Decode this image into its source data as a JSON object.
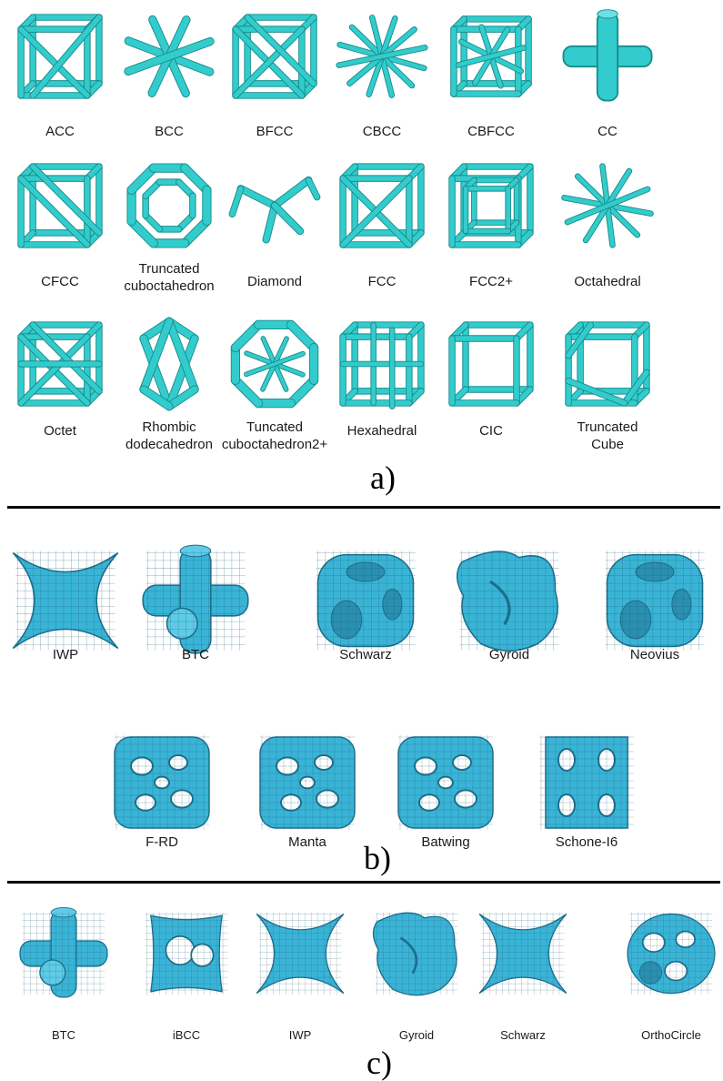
{
  "colors": {
    "strut": "#33cccc",
    "strut_dark": "#1a8c8c",
    "surface": "#3ab4d6",
    "surface_dark": "#1c6f8c",
    "mesh": "#1b5f78"
  },
  "sections": [
    {
      "label": "a)",
      "items": [
        {
          "name": "ACC",
          "icon": "acc-lattice-icon"
        },
        {
          "name": "BCC",
          "icon": "bcc-lattice-icon"
        },
        {
          "name": "BFCC",
          "icon": "bfcc-lattice-icon"
        },
        {
          "name": "CBCC",
          "icon": "cbcc-lattice-icon"
        },
        {
          "name": "CBFCC",
          "icon": "cbfcc-lattice-icon"
        },
        {
          "name": "CC",
          "icon": "cc-lattice-icon"
        },
        {
          "name": "CFCC",
          "icon": "cfcc-lattice-icon"
        },
        {
          "name": "Truncated\ncuboctahedron",
          "icon": "truncated-cuboctahedron-lattice-icon"
        },
        {
          "name": "Diamond",
          "icon": "diamond-lattice-icon"
        },
        {
          "name": "FCC",
          "icon": "fcc-lattice-icon"
        },
        {
          "name": "FCC2+",
          "icon": "fcc2plus-lattice-icon"
        },
        {
          "name": "Octahedral",
          "icon": "octahedral-lattice-icon"
        },
        {
          "name": "Octet",
          "icon": "octet-lattice-icon"
        },
        {
          "name": "Rhombic\ndodecahedron",
          "icon": "rhombic-dodecahedron-lattice-icon"
        },
        {
          "name": "Tuncated\ncuboctahedron2+",
          "icon": "truncated-cuboctahedron2plus-lattice-icon"
        },
        {
          "name": "Hexahedral",
          "icon": "hexahedral-lattice-icon"
        },
        {
          "name": "CIC",
          "icon": "cic-lattice-icon"
        },
        {
          "name": "Truncated\nCube",
          "icon": "truncated-cube-lattice-icon"
        }
      ]
    },
    {
      "label": "b)",
      "items": [
        {
          "name": "IWP",
          "icon": "iwp-tpms-icon"
        },
        {
          "name": "BTC",
          "icon": "btc-tpms-icon"
        },
        {
          "name": "Schwarz",
          "icon": "schwarz-tpms-icon"
        },
        {
          "name": "Gyroid",
          "icon": "gyroid-tpms-icon"
        },
        {
          "name": "Neovius",
          "icon": "neovius-tpms-icon"
        },
        {
          "name": "F-RD",
          "icon": "frd-tpms-icon"
        },
        {
          "name": "Manta",
          "icon": "manta-tpms-icon"
        },
        {
          "name": "Batwing",
          "icon": "batwing-tpms-icon"
        },
        {
          "name": "Schone-I6",
          "icon": "schone-i6-tpms-icon"
        }
      ]
    },
    {
      "label": "c)",
      "items": [
        {
          "name": "BTC",
          "icon": "btc-cell-icon"
        },
        {
          "name": "iBCC",
          "icon": "ibcc-cell-icon"
        },
        {
          "name": "IWP",
          "icon": "iwp-cell-icon"
        },
        {
          "name": "Gyroid",
          "icon": "gyroid-cell-icon"
        },
        {
          "name": "Schwarz",
          "icon": "schwarz-cell-icon"
        },
        {
          "name": "OrthoCircle",
          "icon": "orthocircle-cell-icon"
        }
      ]
    }
  ]
}
